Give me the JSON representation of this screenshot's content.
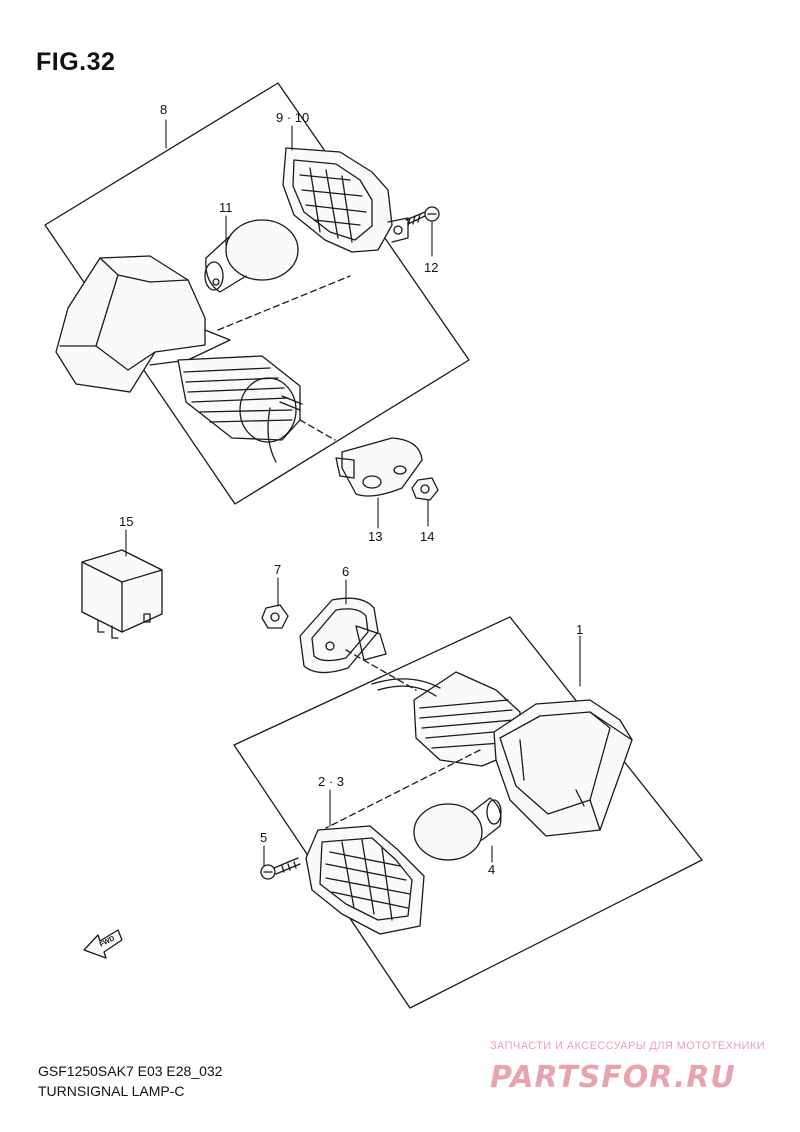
{
  "figure": {
    "title": "FIG.32"
  },
  "callouts": [
    {
      "id": "c8",
      "text": "8"
    },
    {
      "id": "c910",
      "text": "9 · 10"
    },
    {
      "id": "c11",
      "text": "11"
    },
    {
      "id": "c12",
      "text": "12"
    },
    {
      "id": "c13",
      "text": "13"
    },
    {
      "id": "c14",
      "text": "14"
    },
    {
      "id": "c15",
      "text": "15"
    },
    {
      "id": "c7",
      "text": "7"
    },
    {
      "id": "c6",
      "text": "6"
    },
    {
      "id": "c1",
      "text": "1"
    },
    {
      "id": "c23",
      "text": "2 · 3"
    },
    {
      "id": "c5",
      "text": "5"
    },
    {
      "id": "c4",
      "text": "4"
    }
  ],
  "fwd_arrow_label": "FWD",
  "footer": {
    "model_code": "GSF1250SAK7 E03 E28_032",
    "part_name": "TURNSIGNAL LAMP-C"
  },
  "watermark": {
    "tagline": "ЗАПЧАСТИ И АКСЕССУАРЫ ДЛЯ МОТОТЕХНИКИ",
    "logo_text": "PARTSFOR.RU",
    "color": "#e9a3ad"
  }
}
